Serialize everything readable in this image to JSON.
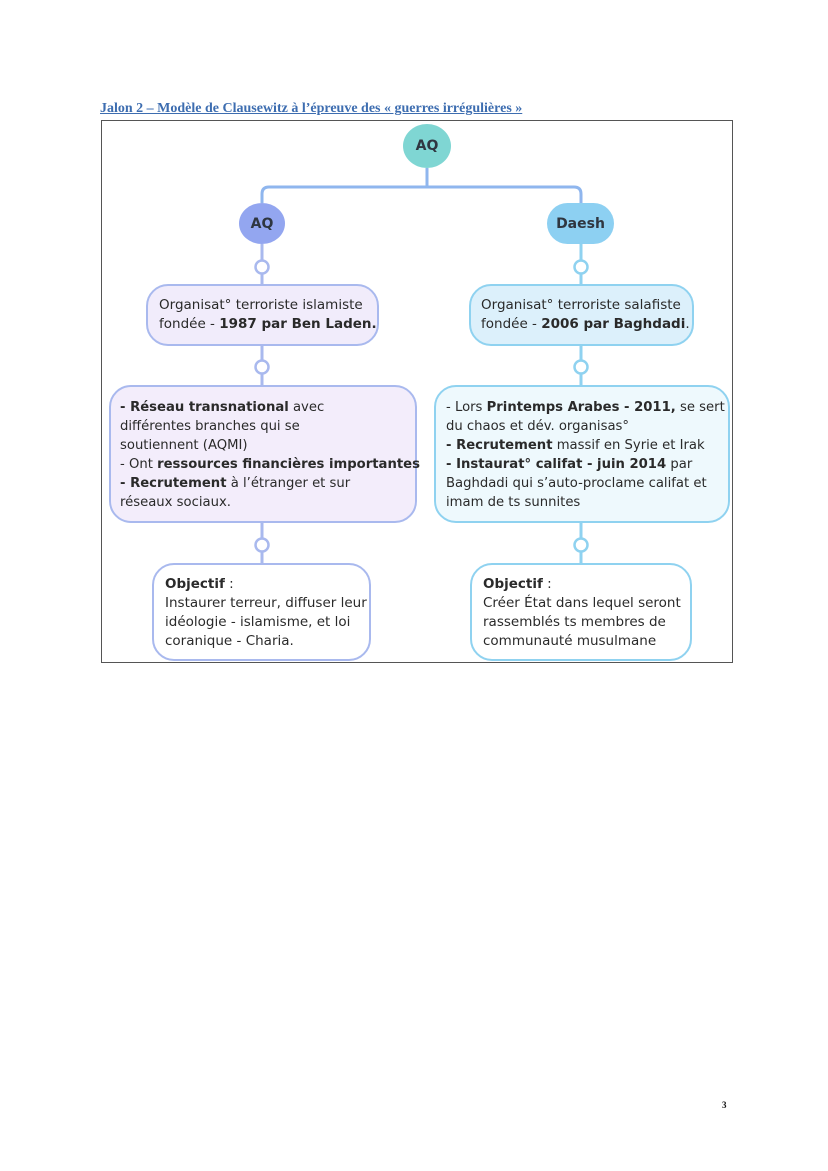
{
  "page": {
    "title": "Jalon 2 – Modèle de Clausewitz à l’épreuve des « guerres irrégulières »",
    "page_number": "3"
  },
  "colors": {
    "title": "#3d6db0",
    "root_node": "#7fd6d3",
    "aq_node": "#93a6f0",
    "daesh_node": "#8dd0f2",
    "aq_border": "#a9b9ee",
    "daesh_border": "#8fd2f0"
  },
  "diagram": {
    "root": {
      "label": "AQ"
    },
    "left": {
      "label": "AQ",
      "box1": {
        "text": "Organisat° terroriste islamiste",
        "text2a": "fondée - ",
        "text2b": "1987 par Ben Laden."
      },
      "box2": {
        "l1a": "- Réseau transnational",
        "l1b": " avec",
        "l2": "différentes branches qui se",
        "l3": "soutiennent (AQMI)",
        "l4a": "- Ont ",
        "l4b": "ressources financières importantes",
        "l5a": "- Recrutement",
        "l5b": " à l’étranger et sur",
        "l6": "réseaux sociaux."
      },
      "box3": {
        "heading": "Objectif",
        "heading_suffix": " :",
        "l1": "Instaurer terreur, diffuser leur",
        "l2": "idéologie - islamisme, et loi",
        "l3": "coranique - Charia."
      }
    },
    "right": {
      "label": "Daesh",
      "box1": {
        "text": "Organisat° terroriste salafiste",
        "text2a": "fondée - ",
        "text2b": "2006 par Baghdadi",
        "text2c": "."
      },
      "box2": {
        "l1a": "- Lors ",
        "l1b": "Printemps Arabes - 2011,",
        "l1c": " se sert",
        "l2": "du chaos et dév. organisas°",
        "l3a": "- Recrutement",
        "l3b": " massif en Syrie et Irak",
        "l4a": "- Instaurat° califat - juin 2014",
        "l4b": " par",
        "l5": "Baghdadi qui s’auto-proclame califat et",
        "l6": "imam de ts sunnites"
      },
      "box3": {
        "heading": "Objectif",
        "heading_suffix": " :",
        "l1": "Créer État dans lequel seront",
        "l2": "rassemblés ts membres de",
        "l3": "communauté musulmane"
      }
    }
  }
}
